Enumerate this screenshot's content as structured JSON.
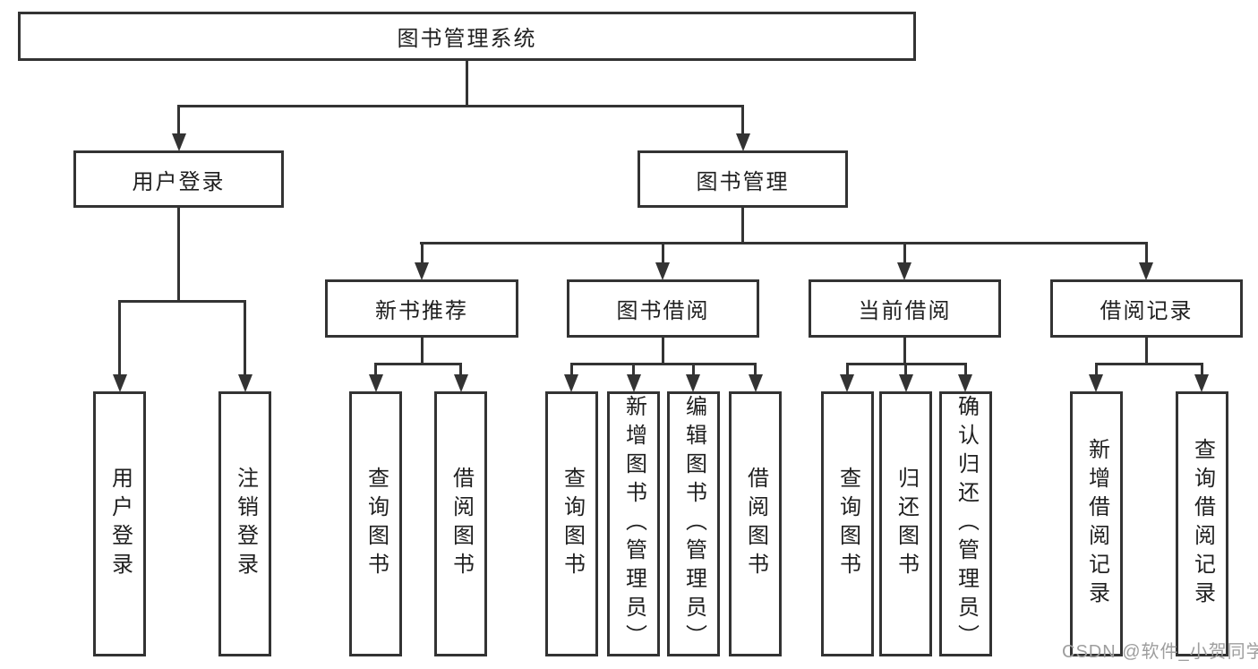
{
  "diagram": {
    "root": "图书管理系统",
    "level2": {
      "user_login": "用户登录",
      "book_management": "图书管理"
    },
    "level3": {
      "new_book_recommend": "新书推荐",
      "book_borrowing": "图书借阅",
      "current_borrowing": "当前借阅",
      "borrowing_records": "借阅记录"
    },
    "leaves": {
      "user_login": [
        "用户登录",
        "注销登录"
      ],
      "new_book_recommend": [
        "查询图书",
        "借阅图书"
      ],
      "book_borrowing": [
        "查询图书",
        "新增图书（管理员）",
        "编辑图书（管理员）",
        "借阅图书"
      ],
      "current_borrowing": [
        "查询图书",
        "归还图书",
        "确认归还（管理员）"
      ],
      "borrowing_records": [
        "新增借阅记录",
        "查询借阅记录"
      ]
    }
  },
  "watermark": "CSDN @软件_小贺同学",
  "colors": {
    "line": "#333333",
    "text": "#1f1f1f",
    "watermark": "#9e9e9e",
    "background": "#ffffff"
  }
}
